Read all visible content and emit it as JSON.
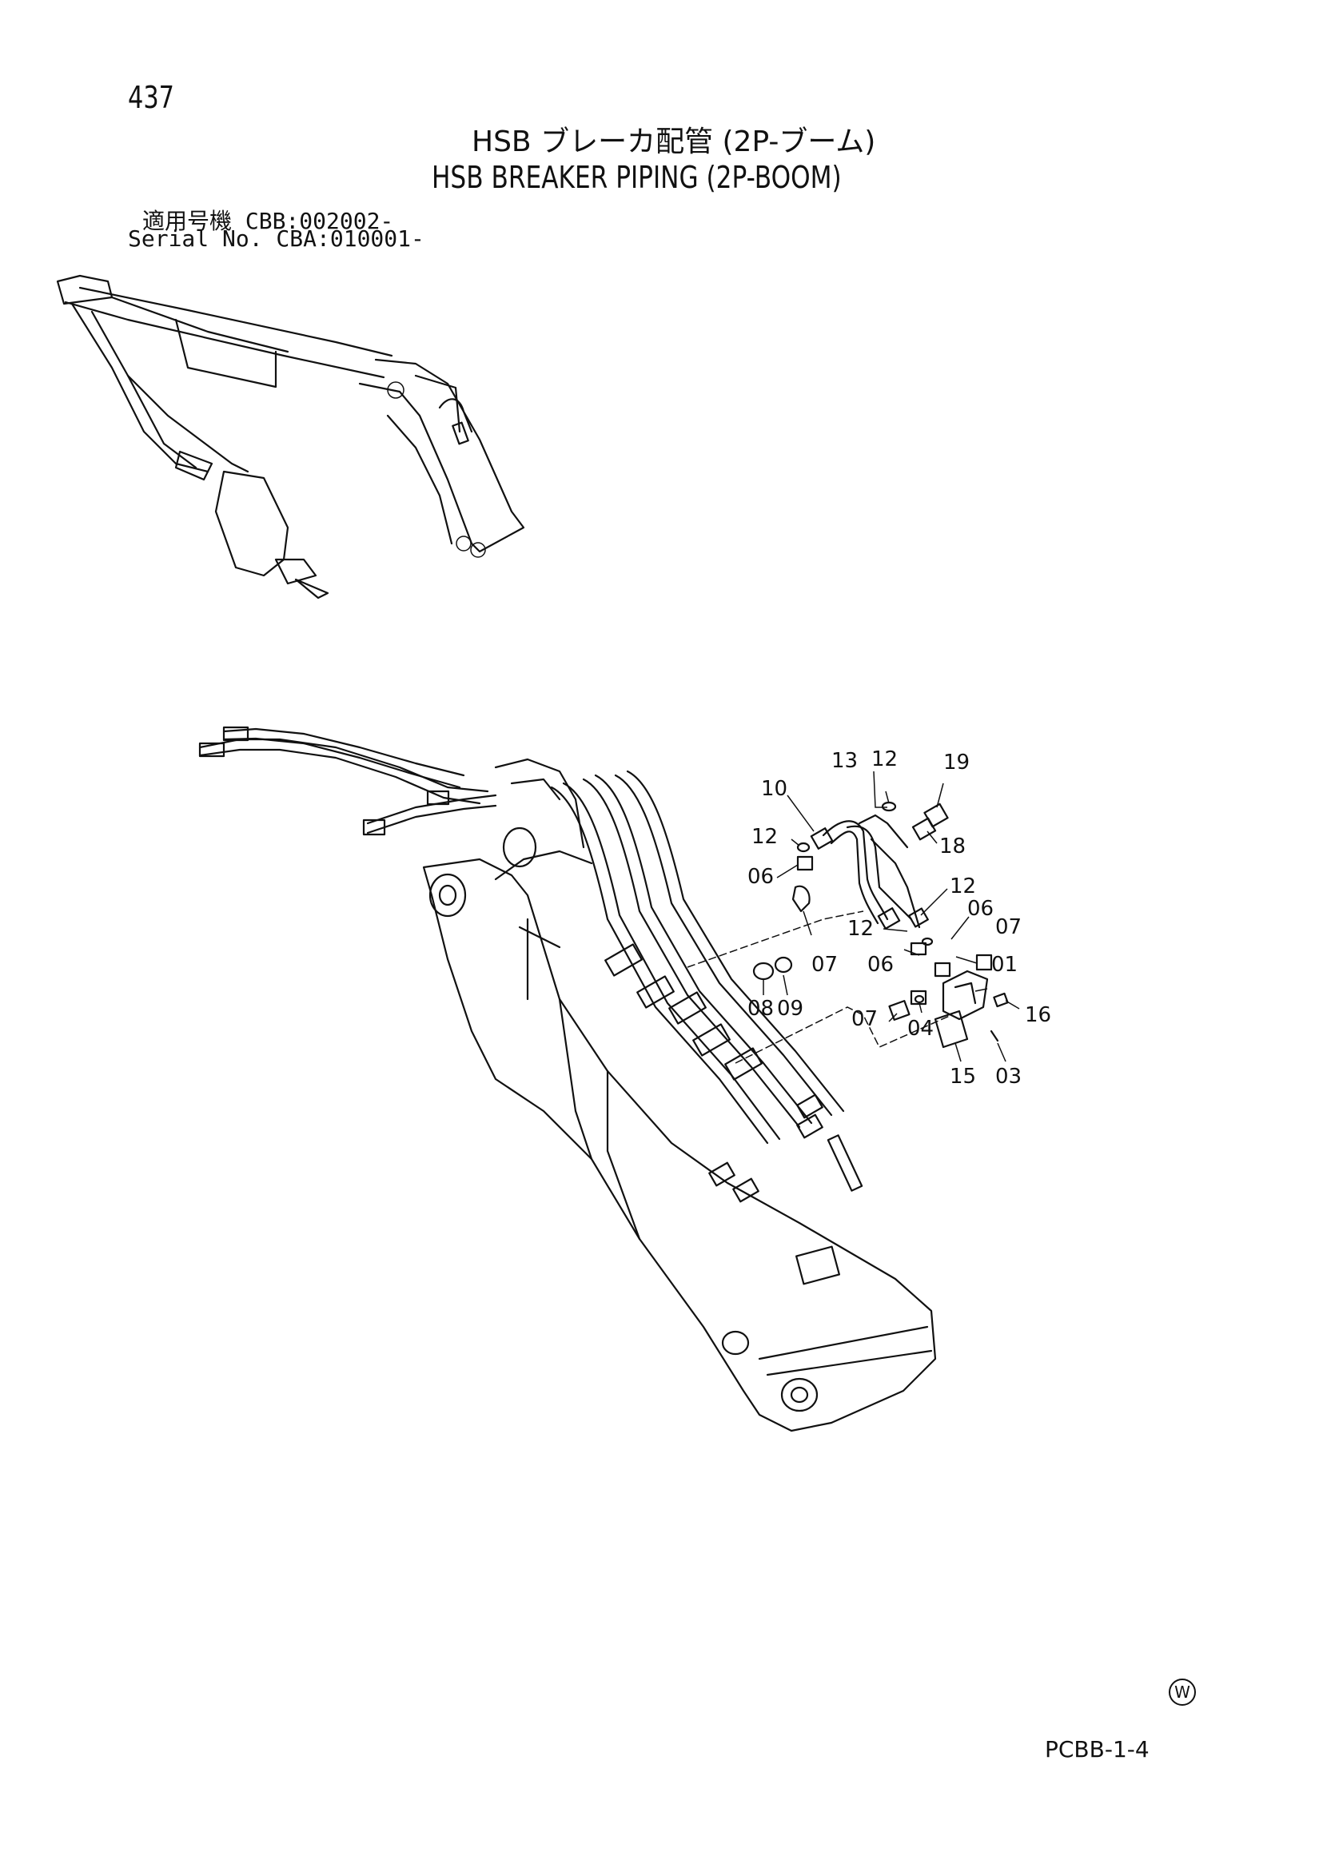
{
  "page_number": "437",
  "title_jp": "HSB ブレーカ配管 (2P-ブーム)",
  "title_en": "HSB BREAKER PIPING (2P-BOOM)",
  "serial_lines": [
    "適用号機  CBB:002002-",
    "Serial No. CBA:010001-"
  ],
  "footer_code": "PCBB-1-4",
  "manufacturer_mark": "W",
  "part_labels": [
    "13",
    "12",
    "19",
    "10",
    "18",
    "12",
    "06",
    "12",
    "06",
    "07",
    "12",
    "06",
    "07",
    "08",
    "09",
    "01",
    "07",
    "16",
    "04",
    "15",
    "03"
  ],
  "icons": {
    "manufacturer_mark": "circled-w-icon"
  }
}
